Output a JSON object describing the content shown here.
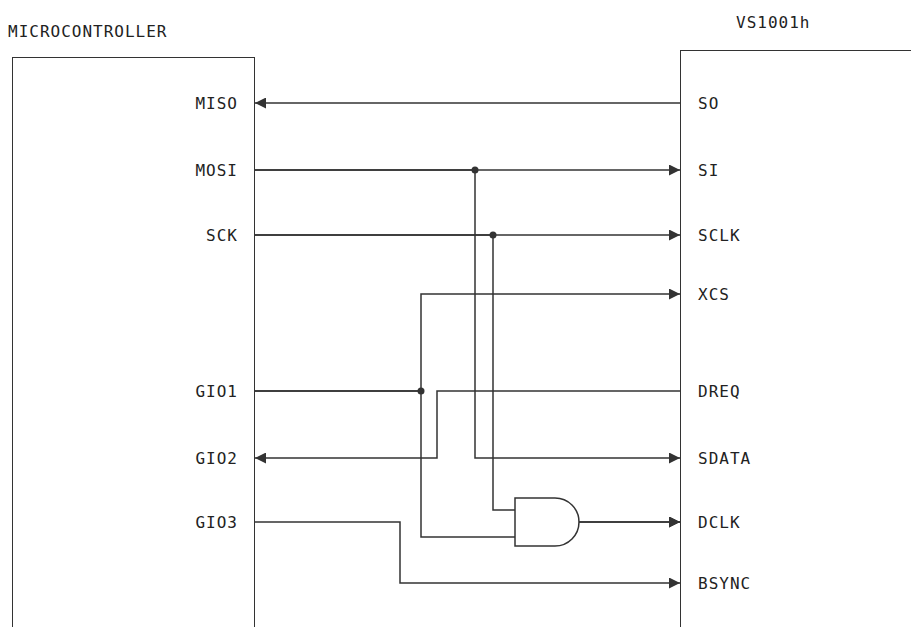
{
  "diagram": {
    "nodes": [
      {
        "text": [
          "MICROCONTROLLER"
        ]
      },
      {
        "text": [
          "VS1001h"
        ]
      }
    ],
    "edges": [
      {
        "from": 1,
        "to": 0,
        "arrow": "to"
      },
      {
        "from": 0,
        "to": 1,
        "arrow": "to"
      },
      {
        "from": 0,
        "to": 1,
        "arrow": "to"
      },
      {
        "from": 0,
        "to": 1,
        "arrow": "to"
      },
      {
        "from": 0,
        "to": 1,
        "arrow": "to"
      },
      {
        "from": 0,
        "to": 1,
        "arrow": "to"
      },
      {
        "from": 0,
        "to": 1,
        "arrow": "to"
      },
      {
        "from": 1,
        "to": 0,
        "arrow": "to"
      },
      {
        "from": 0,
        "to": 1,
        "arrow": "to"
      }
    ],
    "labels": [
      "MISO",
      "MOSI",
      "SCK",
      "GIO1",
      "GIO2",
      "GIO3",
      "SO",
      "SI",
      "SCLK",
      "XCS",
      "DREQ",
      "SDATA",
      "DCLK",
      "BSYNC"
    ]
  }
}
